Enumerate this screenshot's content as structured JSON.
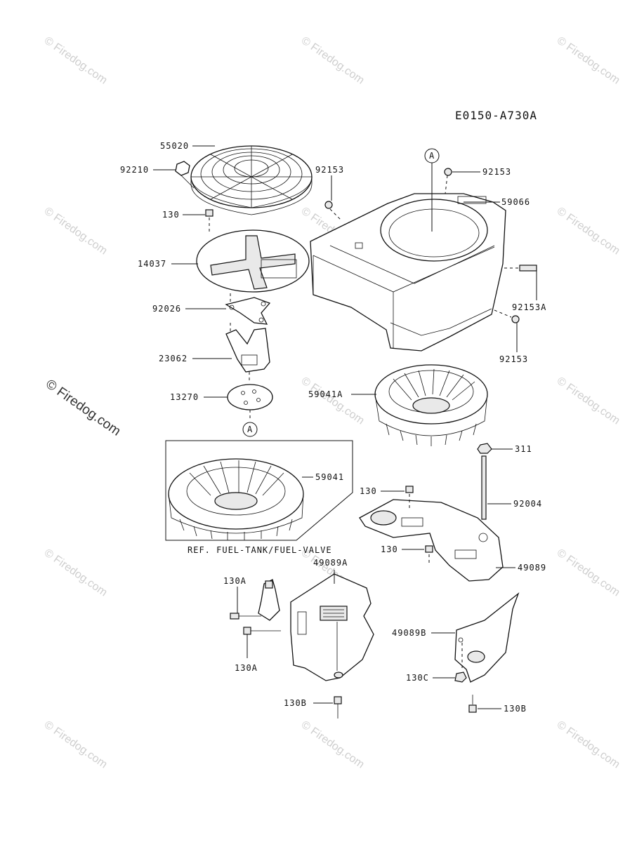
{
  "diagram_code": "E0150-A730A",
  "watermark": "© Firedog.com",
  "reference_note": "REF. FUEL-TANK/FUEL-VALVE",
  "callout_marker": "A",
  "parts": {
    "p55020": "55020",
    "p92210": "92210",
    "p92153_a": "92153",
    "p92153_b": "92153",
    "p92153_c": "92153",
    "p92153A": "92153A",
    "p59066": "59066",
    "p130_top": "130",
    "p14037": "14037",
    "p92026": "92026",
    "p23062": "23062",
    "p13270": "13270",
    "p59041A": "59041A",
    "p59041": "59041",
    "p311": "311",
    "p92004": "92004",
    "p130_mid1": "130",
    "p130_mid2": "130",
    "p49089": "49089",
    "p49089A": "49089A",
    "p49089B": "49089B",
    "p130A_1": "130A",
    "p130A_2": "130A",
    "p130B_1": "130B",
    "p130B_2": "130B",
    "p130C": "130C"
  }
}
